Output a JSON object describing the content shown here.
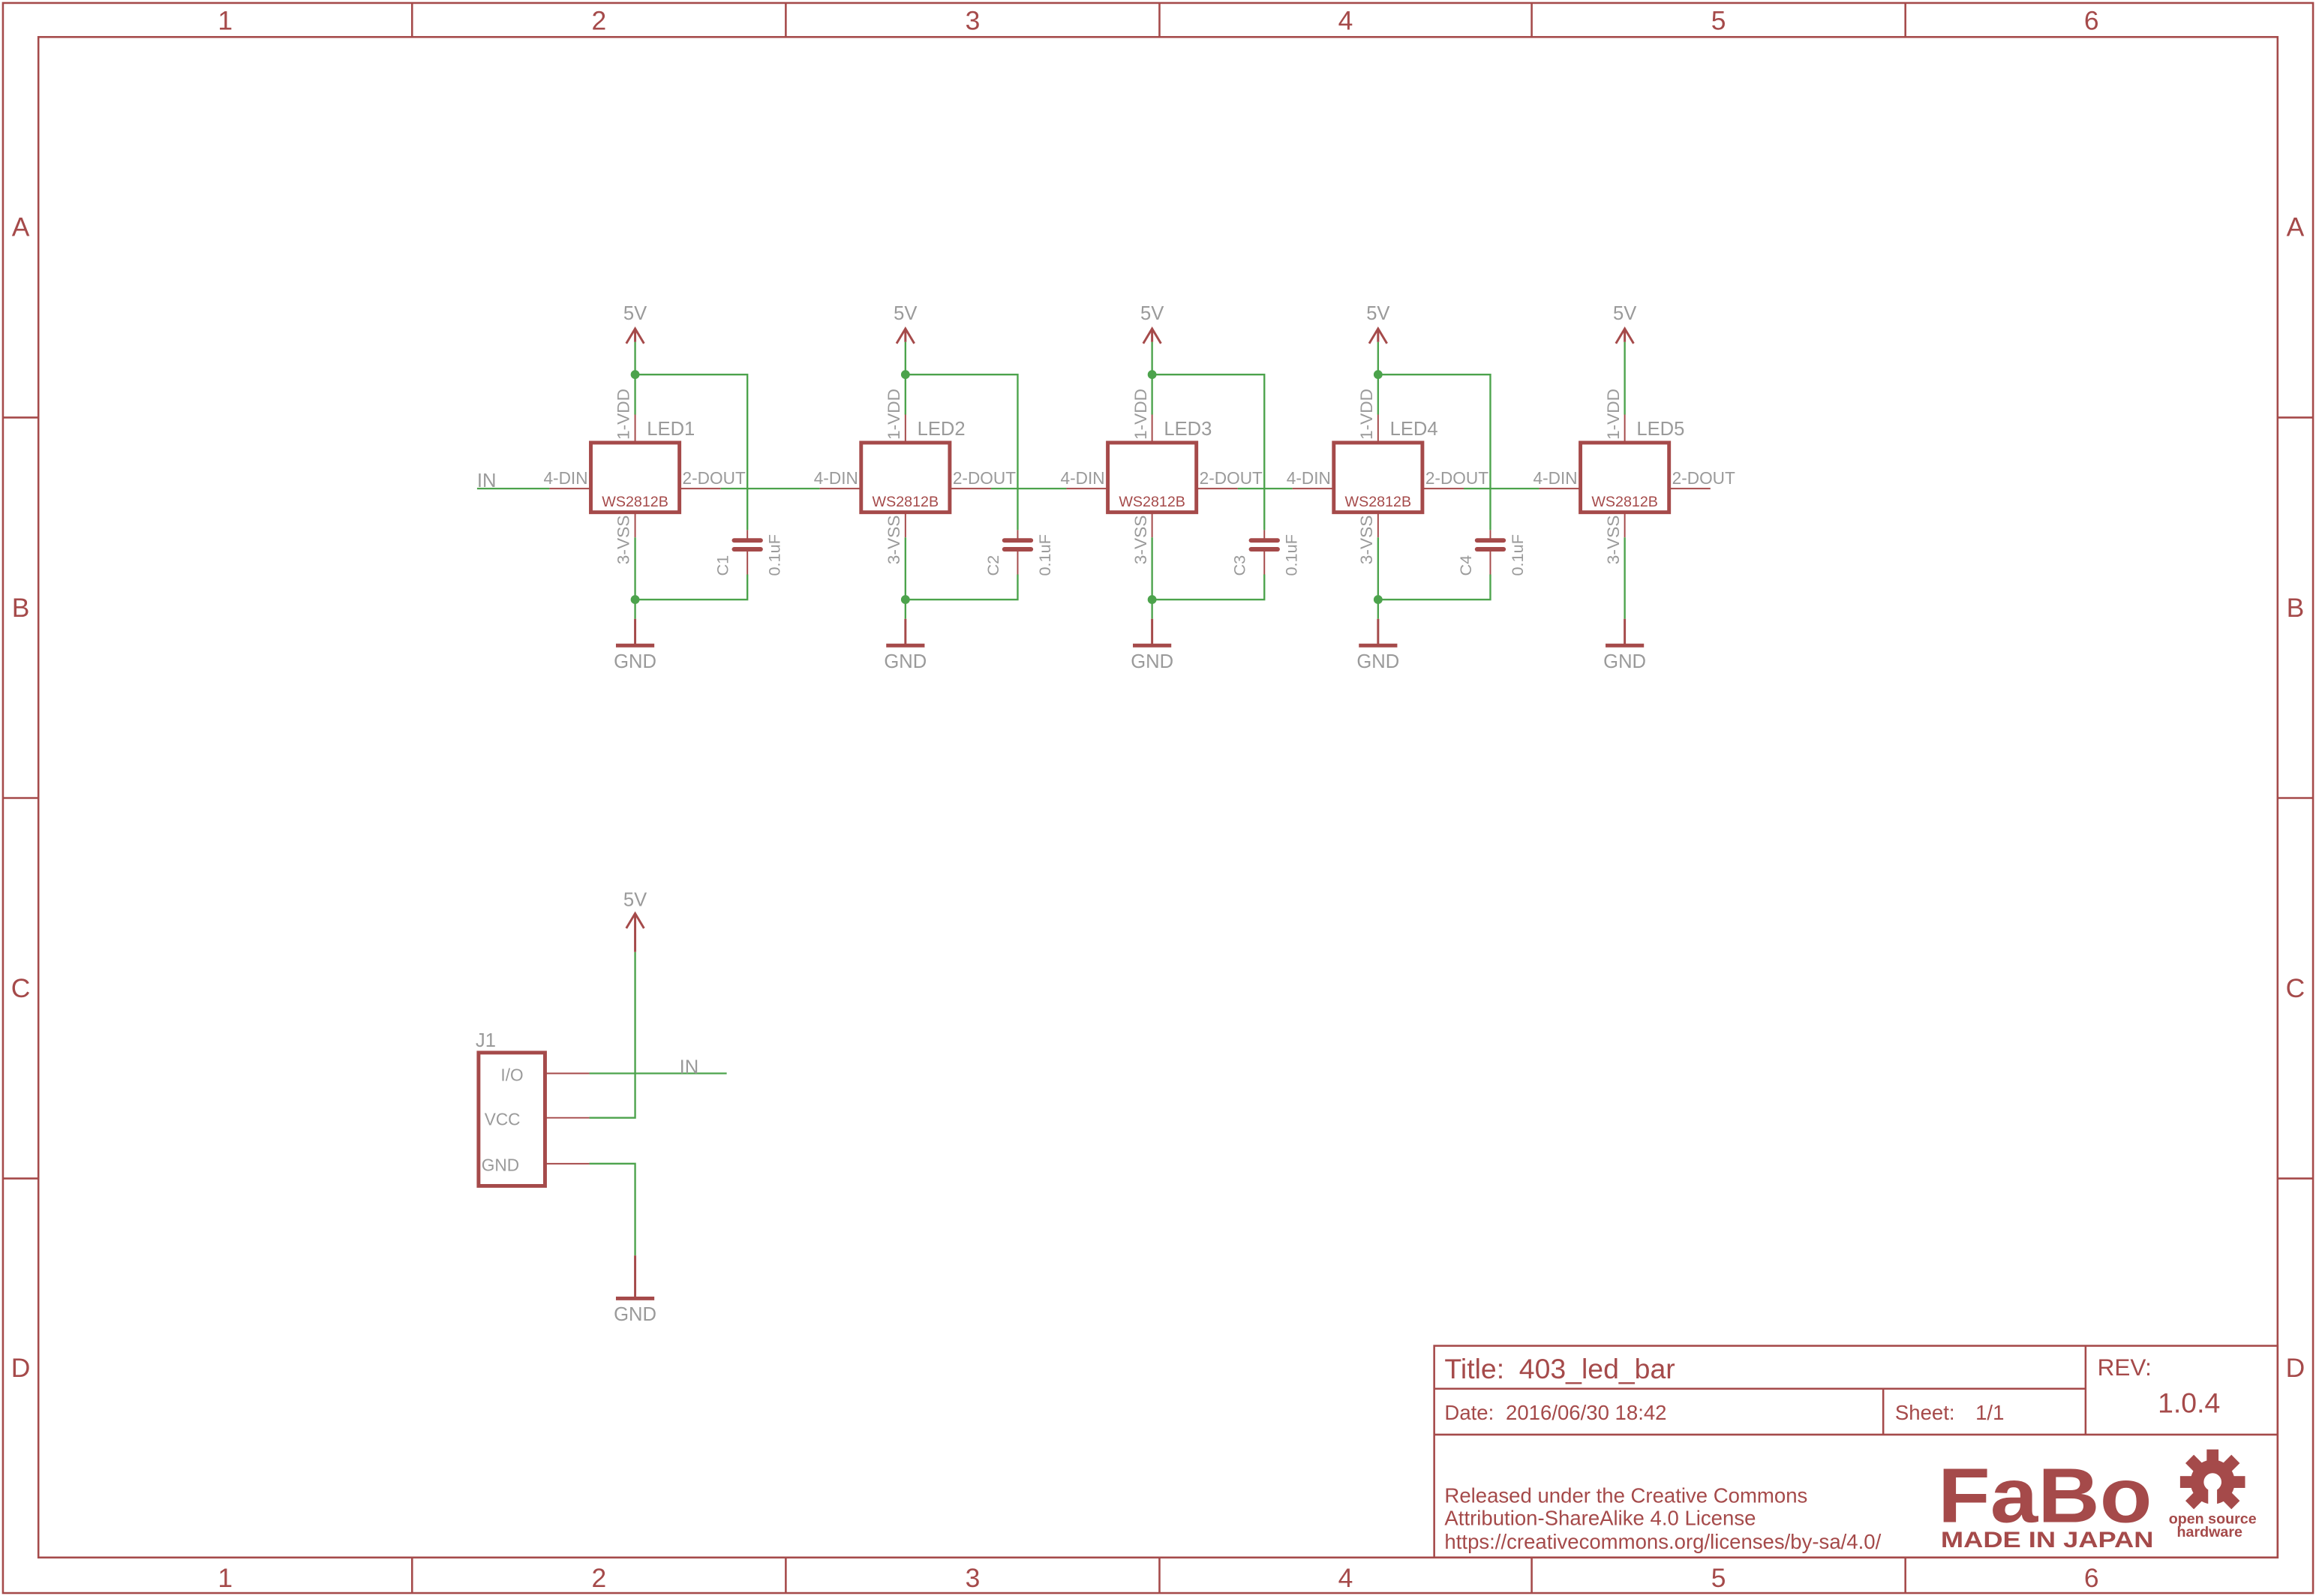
{
  "frame": {
    "columns": [
      "1",
      "2",
      "3",
      "4",
      "5",
      "6"
    ],
    "rows": [
      "A",
      "B",
      "C",
      "D"
    ]
  },
  "leds": [
    {
      "ref": "LED1",
      "part": "WS2812B",
      "cap": "C1",
      "cap_value": "0.1uF"
    },
    {
      "ref": "LED2",
      "part": "WS2812B",
      "cap": "C2",
      "cap_value": "0.1uF"
    },
    {
      "ref": "LED3",
      "part": "WS2812B",
      "cap": "C3",
      "cap_value": "0.1uF"
    },
    {
      "ref": "LED4",
      "part": "WS2812B",
      "cap": "C4",
      "cap_value": "0.1uF"
    },
    {
      "ref": "LED5",
      "part": "WS2812B",
      "cap": null,
      "cap_value": null
    }
  ],
  "pins": {
    "vdd": "1-VDD",
    "vss": "3-VSS",
    "din": "4-DIN",
    "dout": "2-DOUT"
  },
  "nets": {
    "power": "5V",
    "ground": "GND",
    "input": "IN"
  },
  "connector": {
    "ref": "J1",
    "pins": [
      "I/O",
      "VCC",
      "GND"
    ]
  },
  "title_block": {
    "title_label": "Title:",
    "title": "403_led_bar",
    "date_label": "Date:",
    "date": "2016/06/30 18:42",
    "sheet_label": "Sheet:",
    "sheet": "1/1",
    "rev_label": "REV:",
    "rev": "1.0.4",
    "license": [
      "Released under the Creative Commons",
      "Attribution-ShareAlike 4.0 License",
      "https://creativecommons.org/licenses/by-sa/4.0/"
    ],
    "logo_text": "FaBo",
    "logo_sub": "MADE IN JAPAN",
    "oshw": [
      "open source",
      "hardware"
    ]
  },
  "colors": {
    "frame": "#A54A4A",
    "wire": "#4CA34C",
    "label": "#9a9a9a"
  }
}
